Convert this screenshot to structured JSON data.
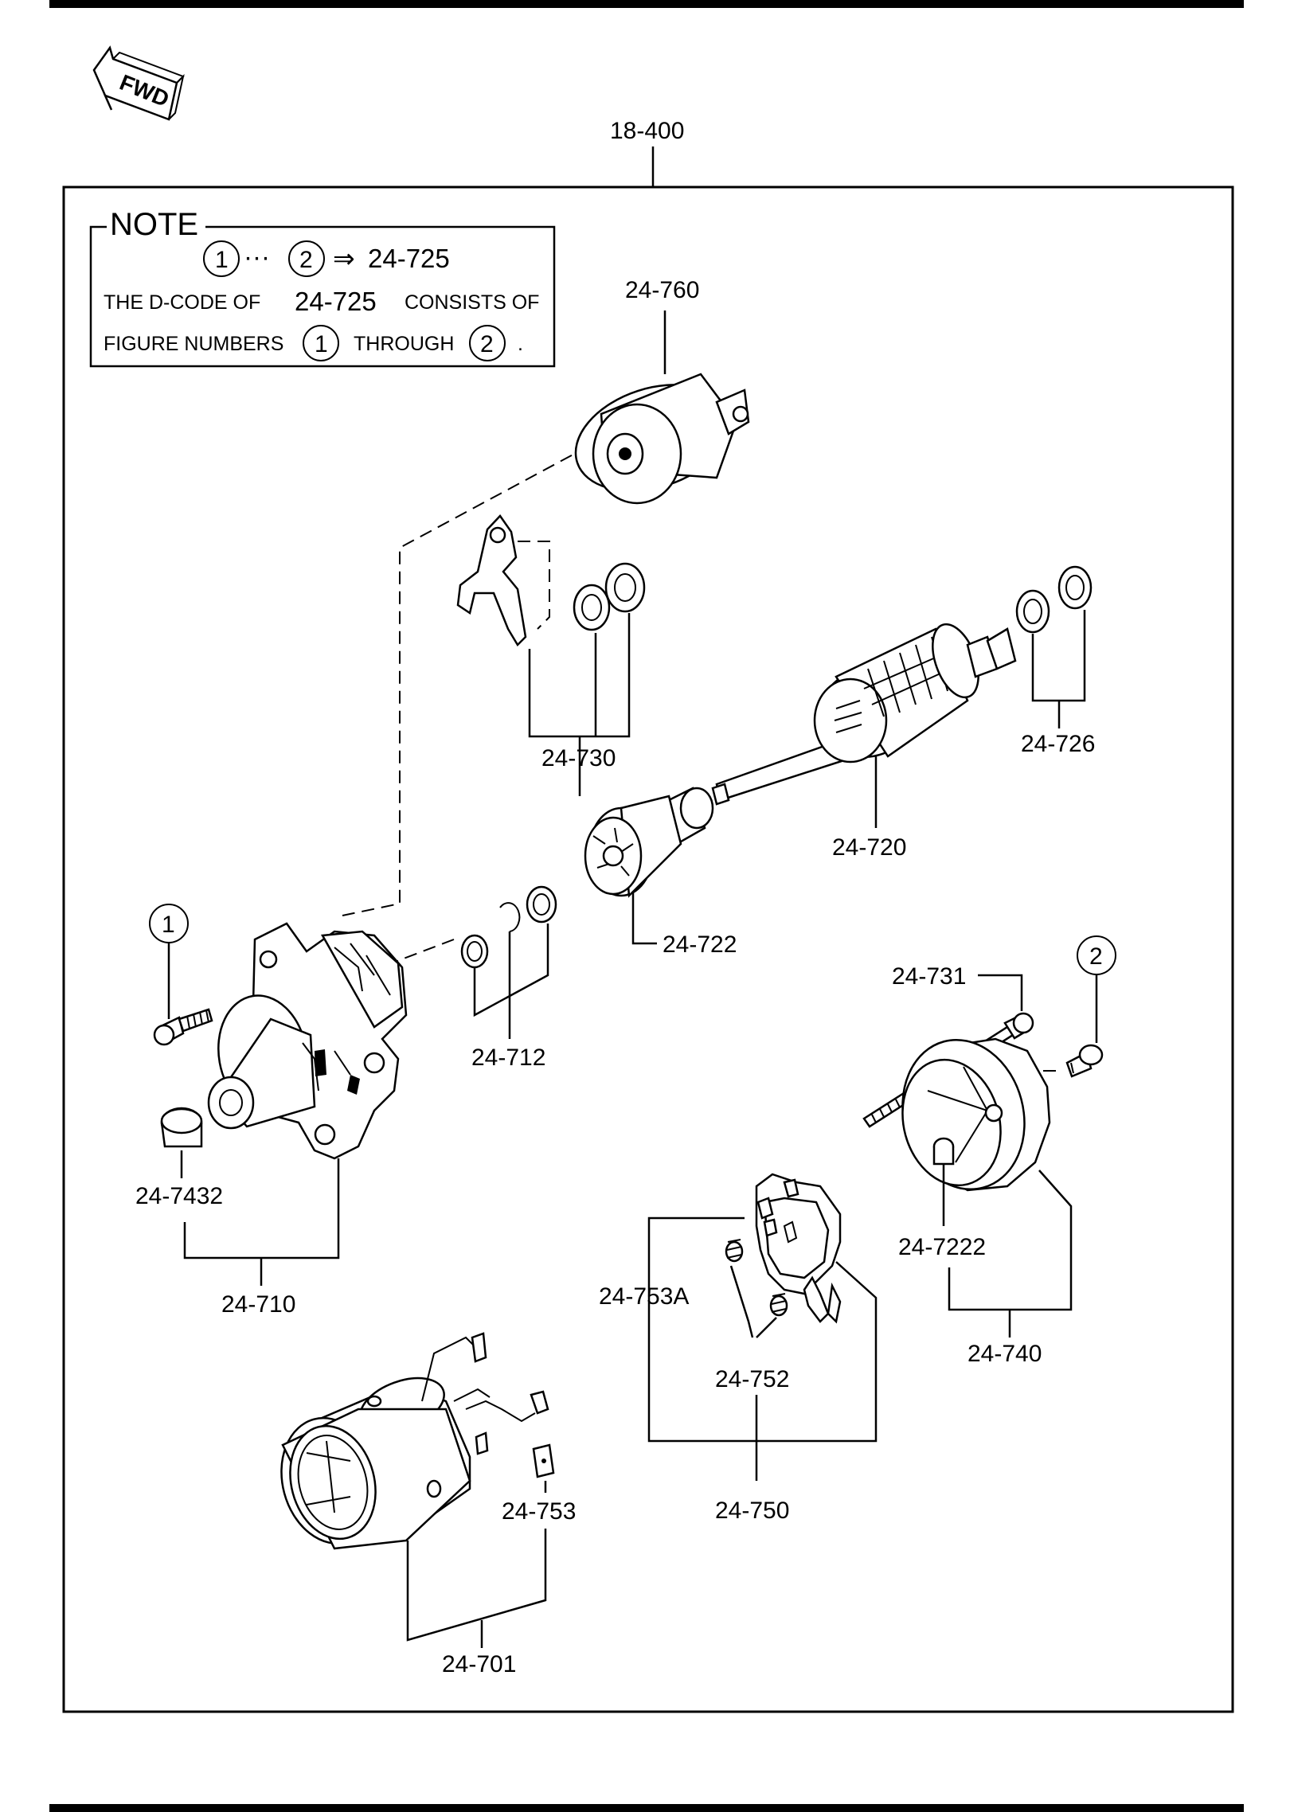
{
  "assembly_ref": "18-400",
  "fwd_label": "FWD",
  "note": {
    "title": "NOTE",
    "formula_start": "1",
    "formula_dots": "···",
    "formula_end": "2",
    "formula_arrow": "⇒",
    "formula_target": "24-725",
    "line1_a": "THE D-CODE OF",
    "line1_code": "24-725",
    "line1_b": "CONSISTS OF",
    "line2_a": "FIGURE NUMBERS",
    "line2_start": "1",
    "line2_mid": "THROUGH",
    "line2_end": "2",
    "line2_period": "."
  },
  "callouts": {
    "c1": "1",
    "c2": "2"
  },
  "part_labels": {
    "p24760": "24-760",
    "p24730": "24-730",
    "p24726": "24-726",
    "p24720": "24-720",
    "p24722": "24-722",
    "p24712": "24-712",
    "p24731": "24-731",
    "p247432": "24-7432",
    "p24710": "24-710",
    "p247222": "24-7222",
    "p24753A": "24-753A",
    "p24740": "24-740",
    "p24752": "24-752",
    "p24753": "24-753",
    "p24750": "24-750",
    "p24701": "24-701"
  }
}
